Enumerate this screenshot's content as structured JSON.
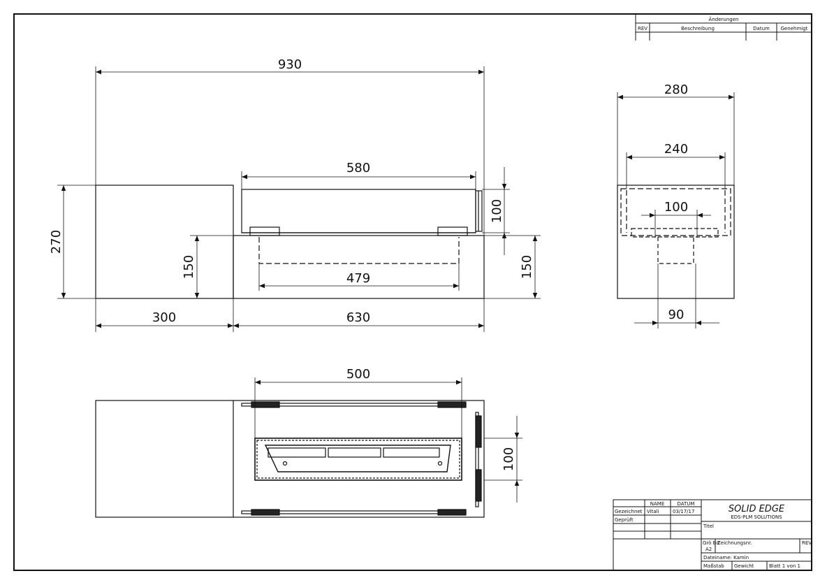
{
  "revision_table": {
    "title": "Änderungen",
    "columns": [
      "REV",
      "Beschreibung",
      "Datum",
      "Genehmigt"
    ]
  },
  "dimensions": {
    "overall_length": "930",
    "top_inner_length": "580",
    "height": "270",
    "lid_height": "100",
    "body_height_left": "150",
    "body_height_right": "150",
    "trough_length": "479",
    "left_section": "300",
    "right_section": "630",
    "side_width": "280",
    "side_inner_width": "240",
    "side_center": "100",
    "side_base": "90",
    "top_view_length": "500",
    "top_view_width": "100"
  },
  "title_block": {
    "logo_main": "SOLID EDGE",
    "logo_sub": "EDS-PLM SOLUTIONS",
    "header_name": "NAME",
    "header_date": "DATUM",
    "drawn_label": "Gezeichnet",
    "drawn_name": "Vitali",
    "drawn_date": "03/17/17",
    "checked_label": "Geprüft",
    "title_label": "Titel",
    "size_label": "Grö Bd",
    "size_value": "A2",
    "drawing_no_label": "Zeichnungsnr.",
    "rev_label": "REV",
    "filename": "Dateiname: Kamin",
    "scale_label": "Maßstab",
    "weight_label": "Gewicht",
    "sheet_label": "Blatt 1 von 1"
  }
}
